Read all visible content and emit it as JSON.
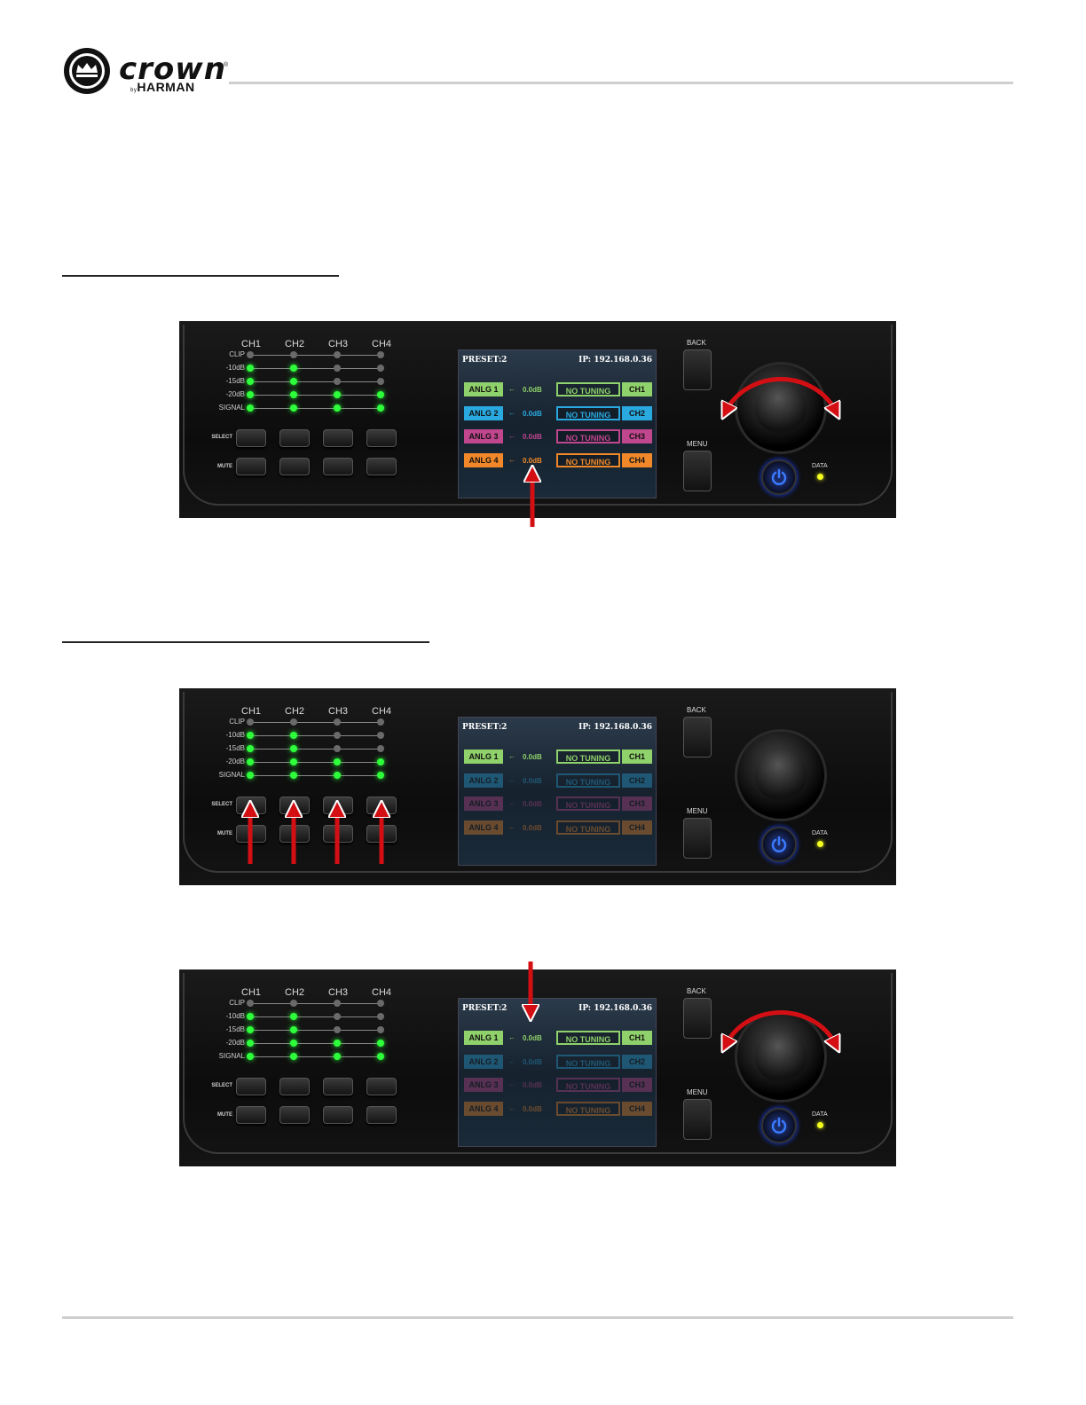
{
  "brand": {
    "name": "crown",
    "registered": "®",
    "by": "by",
    "parent": "HARMAN"
  },
  "panel": {
    "channels": [
      "CH1",
      "CH2",
      "CH3",
      "CH4"
    ],
    "meter_labels": [
      "CLIP",
      "-10dB",
      "-15dB",
      "-20dB",
      "SIGNAL"
    ],
    "button_labels": {
      "select": "SELECT",
      "mute": "MUTE"
    },
    "side_buttons": {
      "back": "BACK",
      "menu": "MENU"
    },
    "data_label": "DATA",
    "screen": {
      "preset": "PRESET:2",
      "ip": "IP: 192.168.0.36",
      "rows": [
        {
          "input": "ANLG 1",
          "gain": "0.0dB",
          "tuning": "NO TUNING",
          "output": "CH1",
          "color": "#8fd16a"
        },
        {
          "input": "ANLG 2",
          "gain": "0.0dB",
          "tuning": "NO TUNING",
          "output": "CH2",
          "color": "#29a9e0"
        },
        {
          "input": "ANLG 3",
          "gain": "0.0dB",
          "tuning": "NO TUNING",
          "output": "CH3",
          "color": "#c0468e"
        },
        {
          "input": "ANLG 4",
          "gain": "0.0dB",
          "tuning": "NO TUNING",
          "output": "CH4",
          "color": "#f0882a"
        }
      ]
    },
    "led_pattern": [
      [
        false,
        false,
        false,
        false
      ],
      [
        true,
        true,
        false,
        false
      ],
      [
        true,
        true,
        false,
        false
      ],
      [
        true,
        true,
        true,
        true
      ],
      [
        true,
        true,
        true,
        true
      ]
    ]
  },
  "colors": {
    "led_on": "#2dff3a",
    "arrow": "#d40f14",
    "data_led": "#f4ff20",
    "power": "#1a44ff"
  }
}
